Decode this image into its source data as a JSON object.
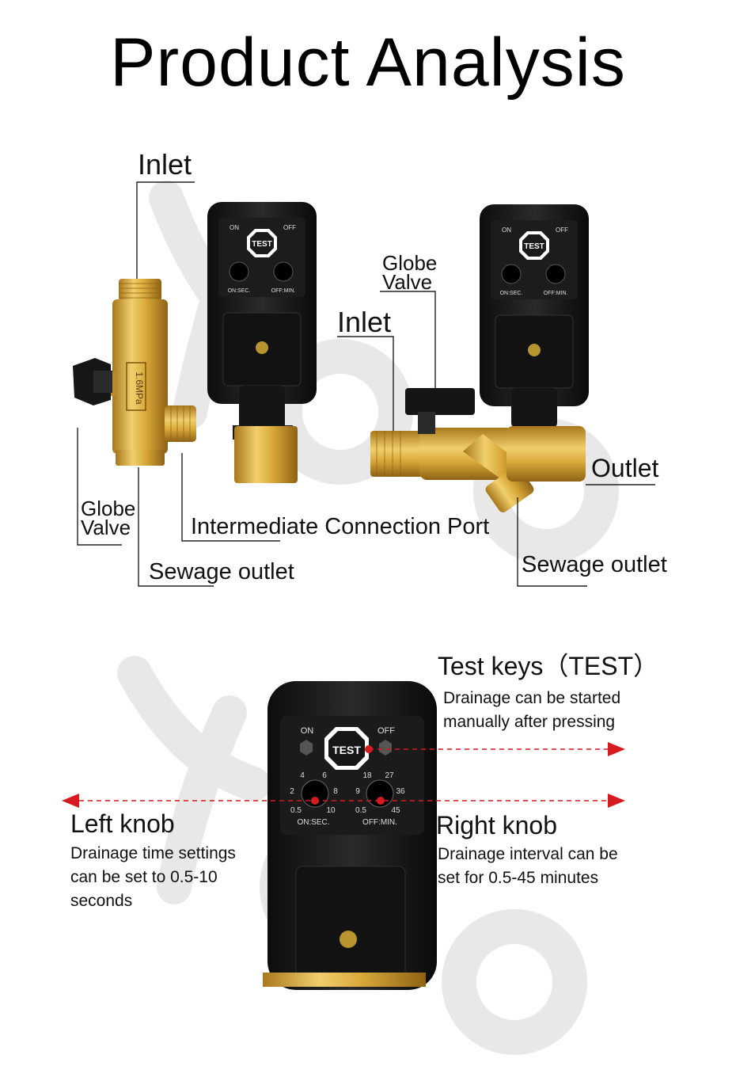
{
  "title": "Product Analysis",
  "top_section": {
    "left_product": {
      "inlet": "Inlet",
      "globe_valve_line1": "Globe",
      "globe_valve_line2": "Valve",
      "sewage_outlet": "Sewage outlet",
      "intermediate_port": "Intermediate Connection Port",
      "pressure_mark": "1.6MPa"
    },
    "right_product": {
      "globe_valve_line1": "Globe",
      "globe_valve_line2": "Valve",
      "inlet": "Inlet",
      "outlet": "Outlet",
      "sewage_outlet": "Sewage outlet"
    },
    "controller": {
      "on": "ON",
      "off": "OFF",
      "test": "TEST",
      "left_dial_caption": "ON:SEC.",
      "right_dial_caption": "OFF:MIN.",
      "left_scale": [
        "4",
        "6",
        "2",
        "8",
        "0.5",
        "10"
      ],
      "right_scale": [
        "18",
        "27",
        "9",
        "36",
        "0.5",
        "45"
      ]
    }
  },
  "bottom_section": {
    "test_keys": {
      "title": "Test keys（TEST）",
      "description": "Drainage can be started manually after pressing"
    },
    "left_knob": {
      "title": "Left knob",
      "description": "Drainage time settings can be set to 0.5-10 seconds"
    },
    "right_knob": {
      "title": "Right knob",
      "description": "Drainage interval can be set for 0.5-45 minutes"
    },
    "arrow_color": "#d71920"
  }
}
